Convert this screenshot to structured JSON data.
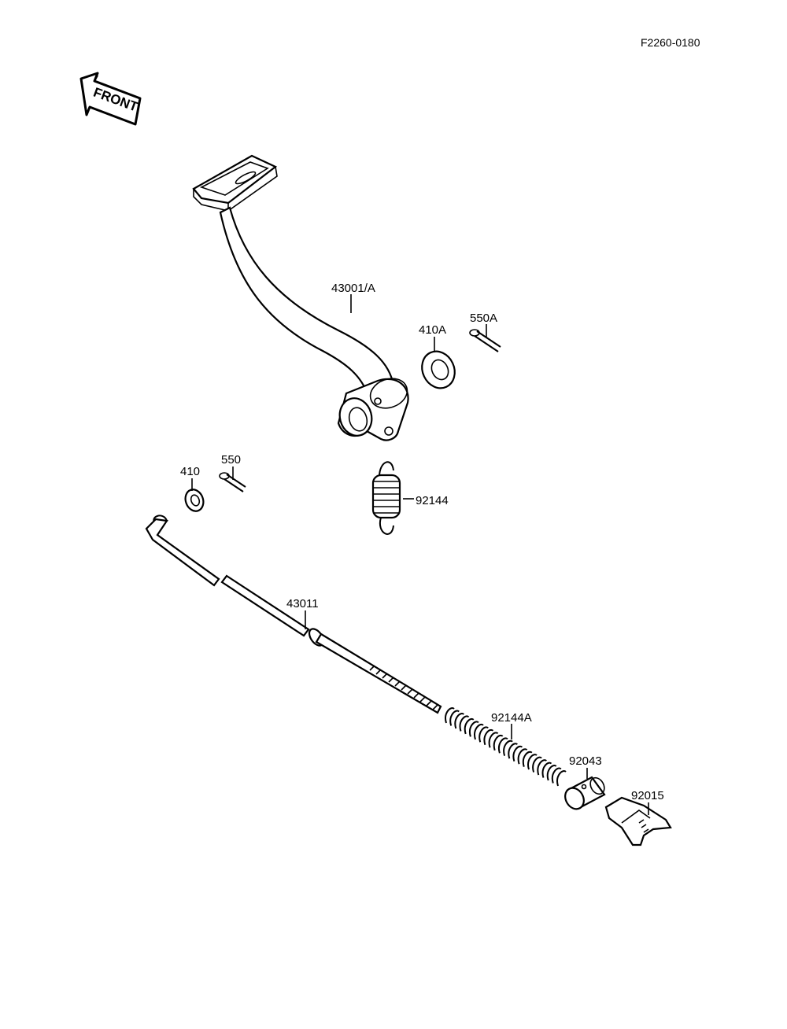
{
  "diagram_code": "F2260-0180",
  "front_arrow_text": "FRONT",
  "parts": [
    {
      "id": "43001/A"
    },
    {
      "id": "410A"
    },
    {
      "id": "550A"
    },
    {
      "id": "410"
    },
    {
      "id": "550"
    },
    {
      "id": "92144"
    },
    {
      "id": "43011"
    },
    {
      "id": "92144A"
    },
    {
      "id": "92043"
    },
    {
      "id": "92015"
    }
  ],
  "colors": {
    "ink": "#000000",
    "paper": "#ffffff"
  }
}
